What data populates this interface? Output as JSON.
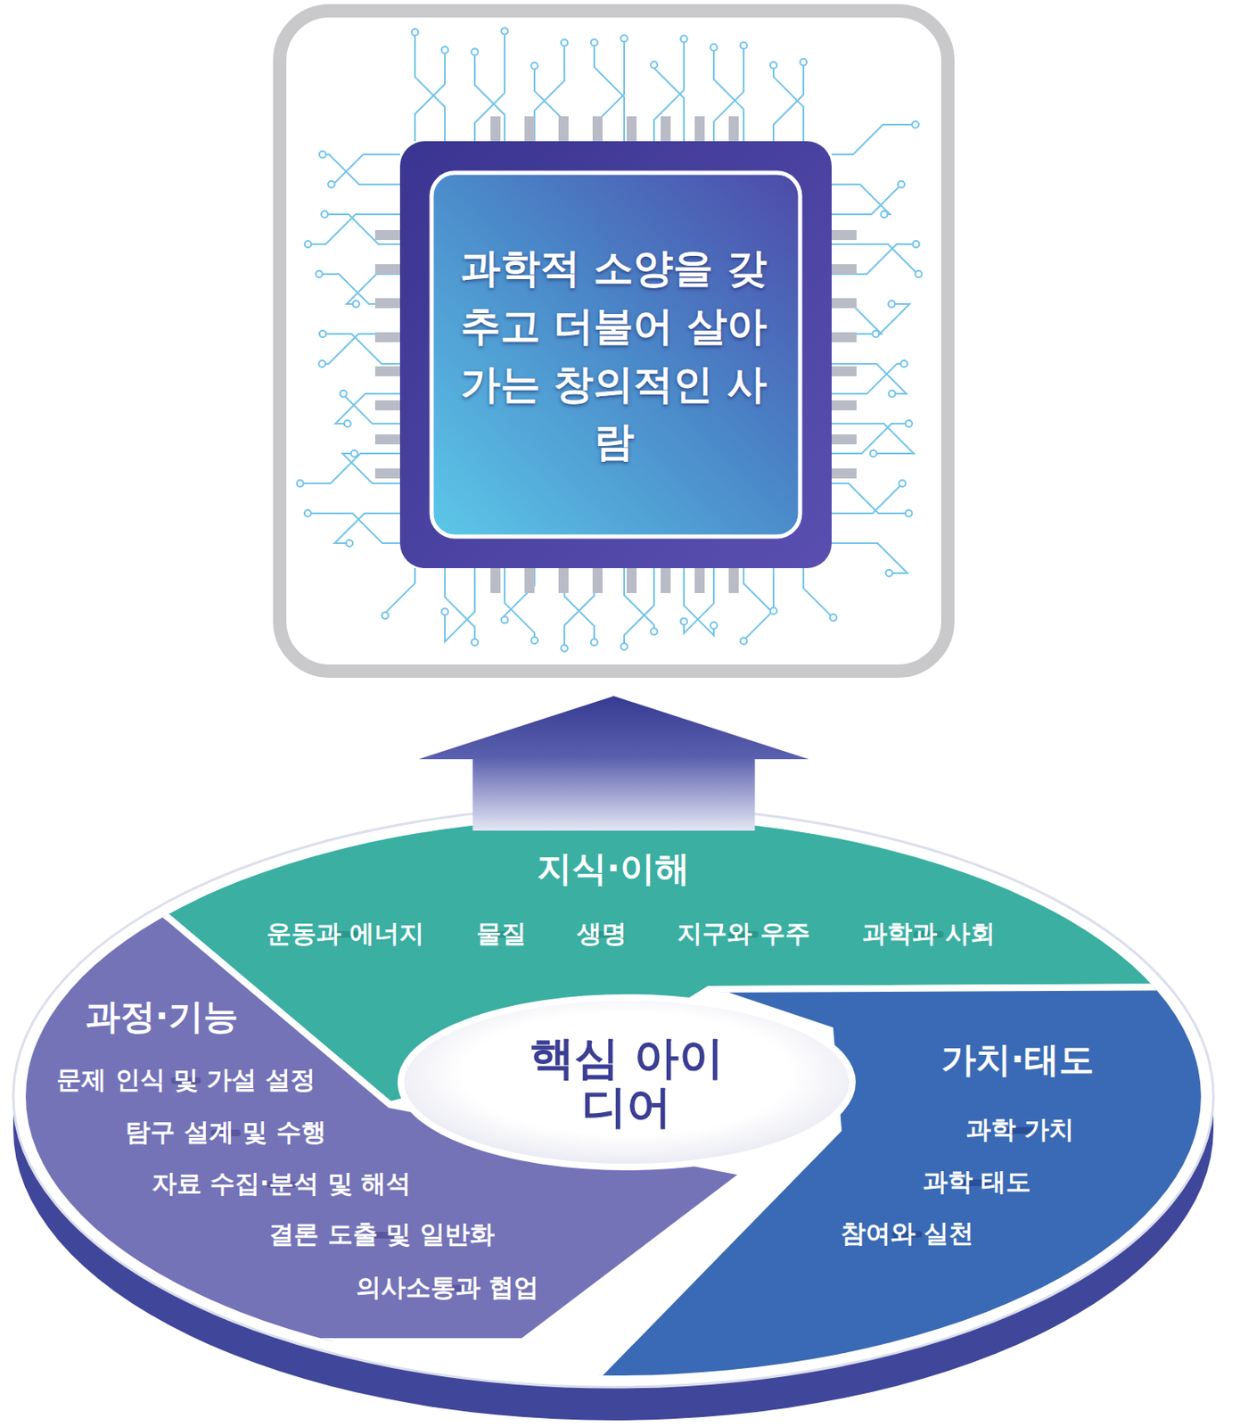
{
  "diagram": {
    "nodes": [
      {
        "text": [
          "과학적 소양을 갖추고 더불어 살아가는 창의적인 사람"
        ]
      },
      {
        "text": [
          "지식·이해"
        ]
      },
      {
        "text": [
          "운동과 에너지"
        ],
        "in": 1
      },
      {
        "text": [
          "물질"
        ],
        "in": 1
      },
      {
        "text": [
          "생명"
        ],
        "in": 1
      },
      {
        "text": [
          "지구와 우주"
        ],
        "in": 1
      },
      {
        "text": [
          "과학과 사회"
        ],
        "in": 1
      },
      {
        "text": [
          "과정·기능"
        ]
      },
      {
        "text": [
          "문제 인식 및 가설 설정"
        ],
        "in": 7
      },
      {
        "text": [
          "탐구 설계 및 수행"
        ],
        "in": 7
      },
      {
        "text": [
          "자료 수집·분석 및 해석"
        ],
        "in": 7
      },
      {
        "text": [
          "결론 도출 및 일반화"
        ],
        "in": 7
      },
      {
        "text": [
          "의사소통과 협업"
        ],
        "in": 7
      },
      {
        "text": [
          "핵심 아이디어"
        ]
      },
      {
        "text": [
          "가치·태도"
        ]
      },
      {
        "text": [
          "과학 가치"
        ],
        "in": 14
      },
      {
        "text": [
          "과학 태도"
        ],
        "in": 14
      },
      {
        "text": [
          "참여와 실천"
        ],
        "in": 14
      }
    ],
    "edges": [
      {
        "from": 1,
        "to": 0,
        "arrow": "to"
      }
    ]
  }
}
